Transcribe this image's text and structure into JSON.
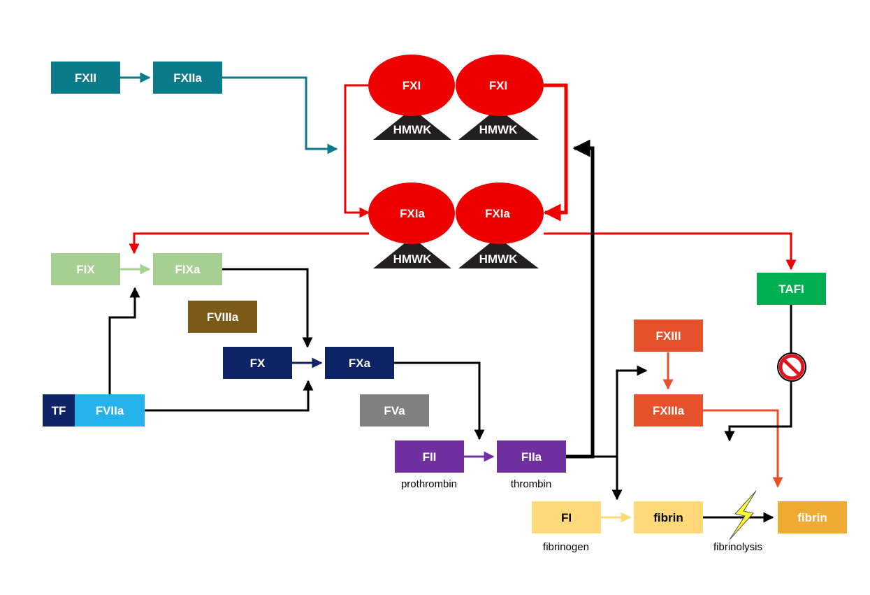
{
  "nodes": {
    "fxii": {
      "label": "FXII",
      "color": "#0b7a8a"
    },
    "fxiia": {
      "label": "FXIIa",
      "color": "#0b7a8a"
    },
    "fxi_1": {
      "label": "FXI",
      "color": "#ee0000"
    },
    "fxi_2": {
      "label": "FXI",
      "color": "#ee0000"
    },
    "fxia_1": {
      "label": "FXIa",
      "color": "#ee0000"
    },
    "fxia_2": {
      "label": "FXIa",
      "color": "#ee0000"
    },
    "hmwk": {
      "label": "HMWK",
      "color": "#231f20"
    },
    "fix": {
      "label": "FIX",
      "color": "#a8cf92"
    },
    "fixa": {
      "label": "FIXa",
      "color": "#a8cf92"
    },
    "fviiia": {
      "label": "FVIIIa",
      "color": "#7b5a18"
    },
    "fx": {
      "label": "FX",
      "color": "#0f2466"
    },
    "fxa": {
      "label": "FXa",
      "color": "#0f2466"
    },
    "tf": {
      "label": "TF",
      "color": "#0f2466"
    },
    "fviia": {
      "label": "FVIIa",
      "color": "#25b2ea"
    },
    "fva": {
      "label": "FVa",
      "color": "#808080"
    },
    "fii": {
      "label": "FII",
      "color": "#7030a0"
    },
    "fiia": {
      "label": "FIIa",
      "color": "#7030a0"
    },
    "fi": {
      "label": "FI",
      "color": "#ffd97a"
    },
    "fibrin": {
      "label": "fibrin",
      "color": "#ffd97a"
    },
    "fibrin_x": {
      "label": "fibrin",
      "color": "#eeaa33"
    },
    "fxiii": {
      "label": "FXIII",
      "color": "#e5512a"
    },
    "fxiiia": {
      "label": "FXIIIa",
      "color": "#e5512a"
    },
    "tafi": {
      "label": "TAFI",
      "color": "#00b050"
    }
  },
  "captions": {
    "prothrombin": "prothrombin",
    "thrombin": "thrombin",
    "fibrinogen": "fibrinogen",
    "fibrinolysis": "fibrinolysis"
  },
  "edge_colors": {
    "contact": "#0b7a8a",
    "fxia": "#ee0000",
    "main": "#000000",
    "fix": "#a8cf92",
    "fx": "#0f2466",
    "fii": "#7030a0",
    "fi": "#ffd97a",
    "fxiii": "#e5512a"
  },
  "icons": {
    "inhibition": "no-entry-icon",
    "fibrinolysis": "lightning-icon"
  }
}
